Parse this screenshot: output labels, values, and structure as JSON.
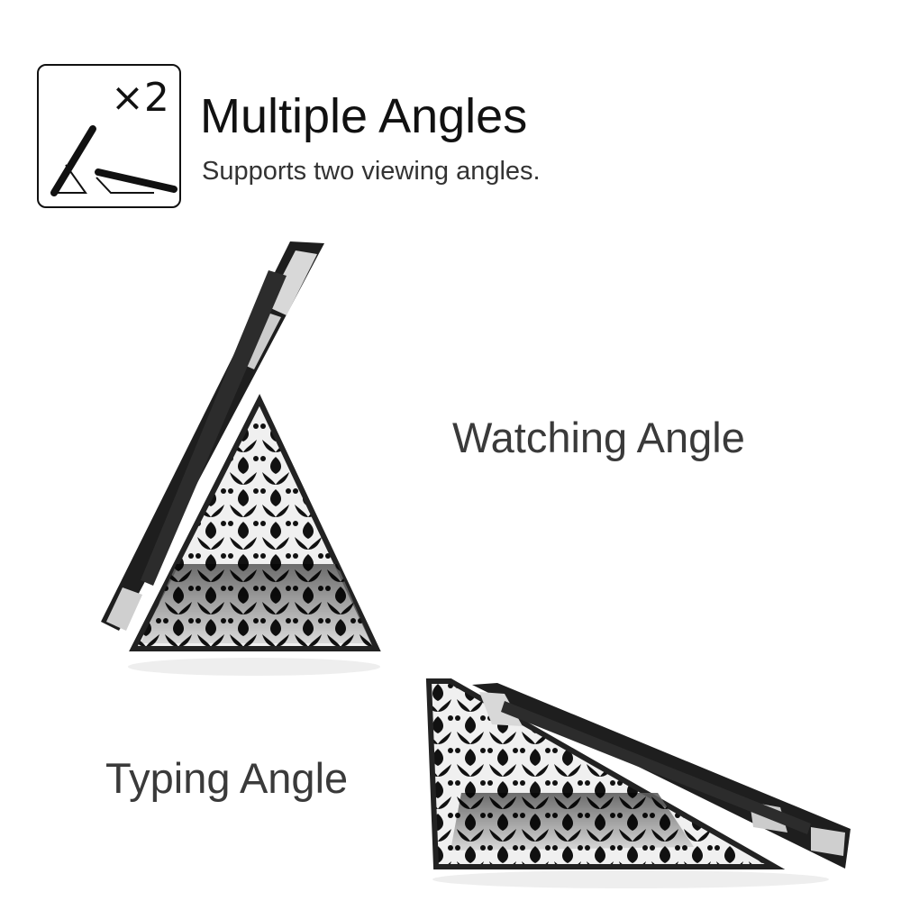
{
  "header": {
    "badge_count": "×2",
    "title": "Multiple Angles",
    "subtitle": "Supports two viewing angles."
  },
  "angles": {
    "watching_label": "Watching Angle",
    "typing_label": "Typing Angle"
  },
  "icons": {
    "badge": "dual-angle-stand-icon"
  },
  "colors": {
    "text_dark": "#111111",
    "text_grey": "#3a3a3a",
    "case_leather": "#1e1e1e",
    "pattern_light": "#e8e8e8"
  }
}
